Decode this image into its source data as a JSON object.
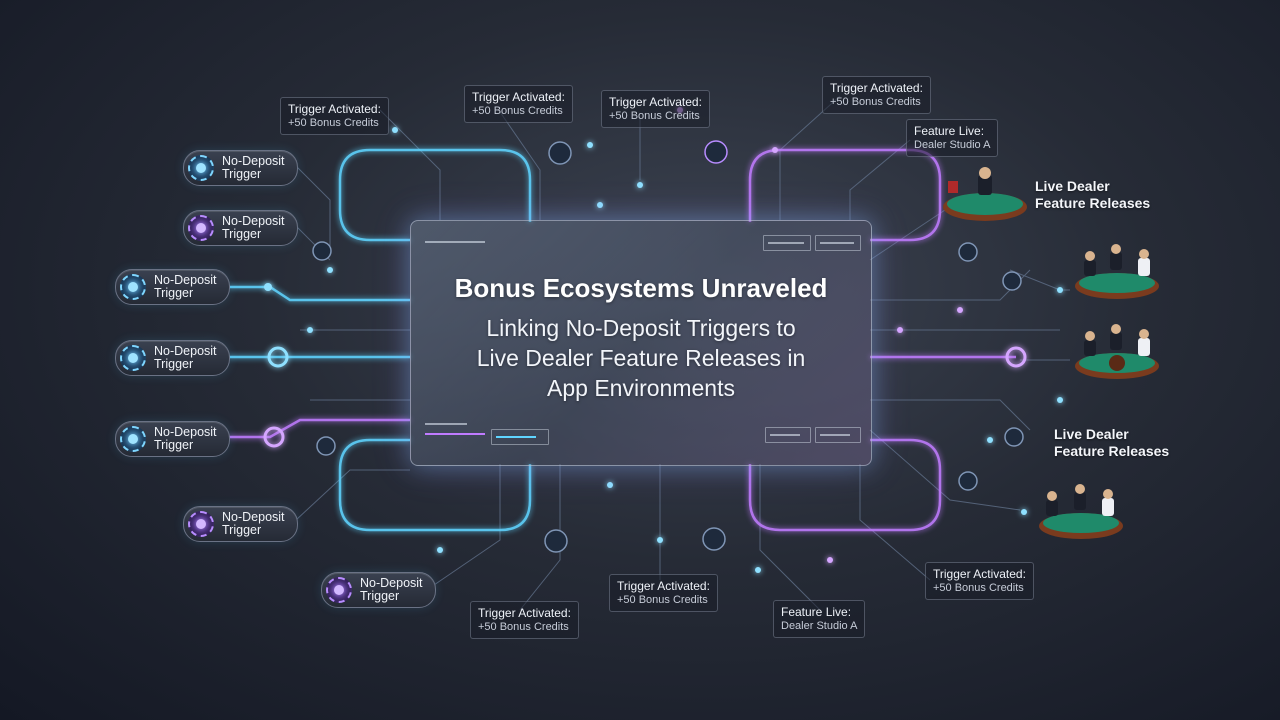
{
  "title": "Bonus Ecosystems Unraveled",
  "subtitle_lines": [
    "Linking No-Deposit Triggers to",
    "Live Dealer Feature Releases in",
    "App Environments"
  ],
  "trigger_label_line1": "No-Deposit",
  "trigger_label_line2": "Trigger",
  "triggers": [
    {
      "id": "t1",
      "line1": "No-Deposit",
      "line2": "Trigger"
    },
    {
      "id": "t2",
      "line1": "No-Deposit",
      "line2": "Trigger"
    },
    {
      "id": "t3",
      "line1": "No-Deposit",
      "line2": "Trigger"
    },
    {
      "id": "t4",
      "line1": "No-Deposit",
      "line2": "Trigger"
    },
    {
      "id": "t5",
      "line1": "No-Deposit",
      "line2": "Trigger"
    },
    {
      "id": "t6",
      "line1": "No-Deposit",
      "line2": "Trigger"
    },
    {
      "id": "t7",
      "line1": "No-Deposit",
      "line2": "Trigger"
    }
  ],
  "callouts": [
    {
      "id": "c1",
      "line1": "Trigger Activated:",
      "line2": "+50 Bonus Credits"
    },
    {
      "id": "c2",
      "line1": "Trigger Activated:",
      "line2": "+50 Bonus Credits"
    },
    {
      "id": "c3",
      "line1": "Trigger Activated:",
      "line2": "+50 Bonus Credits"
    },
    {
      "id": "c4",
      "line1": "Trigger Activated:",
      "line2": "+50 Bonus Credits"
    },
    {
      "id": "c5",
      "line1": "Feature Live:",
      "line2": "Dealer Studio A"
    },
    {
      "id": "c6",
      "line1": "Trigger Activated:",
      "line2": "+50 Bonus Credits"
    },
    {
      "id": "c7",
      "line1": "Feature Live:",
      "line2": "Dealer Studio A"
    },
    {
      "id": "c8",
      "line1": "Trigger Activated:",
      "line2": "+50 Bonus Credits"
    }
  ],
  "live_dealer_labels": [
    {
      "line1": "Live Dealer",
      "line2": "Feature Releases"
    },
    {
      "line1": "Live Dealer",
      "line2": "Feature Releases"
    }
  ],
  "colors": {
    "cyan": "#5fd4ff",
    "violet": "#c07bff",
    "table_felt": "#1f8a6a",
    "table_rim": "#7a3b1e"
  }
}
